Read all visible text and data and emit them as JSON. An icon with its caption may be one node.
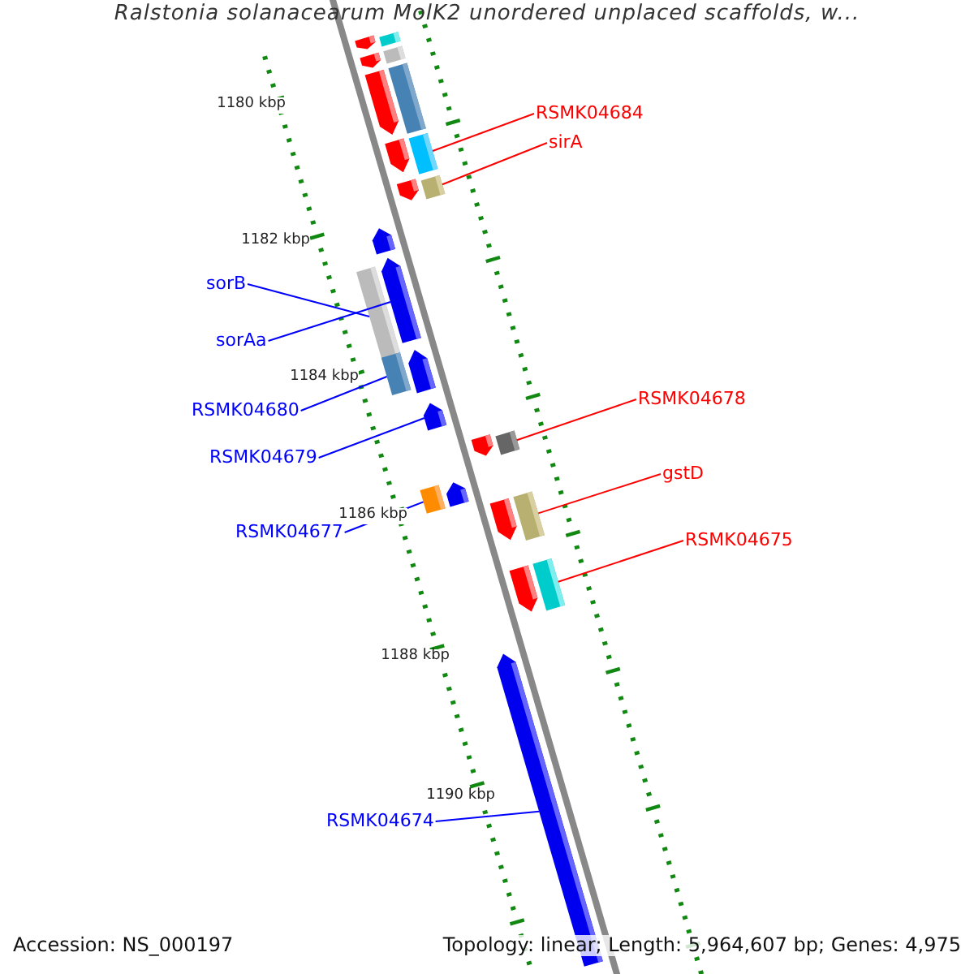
{
  "diagram": {
    "title": "Ralstonia solanacearum MolK2 unordered unplaced scaffolds, w...",
    "nodes": [
      {
        "text": [
          "RSMK04684"
        ]
      },
      {
        "text": [
          "sirA"
        ]
      },
      {
        "text": [
          "sorB"
        ]
      },
      {
        "text": [
          "sorAa"
        ]
      },
      {
        "text": [
          "RSMK04680"
        ]
      },
      {
        "text": [
          "RSMK04678"
        ]
      },
      {
        "text": [
          "RSMK04679"
        ]
      },
      {
        "text": [
          "gstD"
        ]
      },
      {
        "text": [
          "RSMK04677"
        ]
      },
      {
        "text": [
          "RSMK04675"
        ]
      },
      {
        "text": [
          "RSMK04674"
        ]
      },
      {
        "text": [],
        "shape": "arrow"
      },
      {
        "text": [],
        "shape": "bar"
      },
      {
        "text": [],
        "shape": "arrow"
      },
      {
        "text": [],
        "shape": "bar"
      },
      {
        "text": [],
        "shape": "bar"
      },
      {
        "text": [],
        "shape": "arrow"
      },
      {
        "text": [],
        "shape": "arrow"
      },
      {
        "text": [],
        "shape": "bar"
      },
      {
        "text": [],
        "shape": "arrow"
      },
      {
        "text": [],
        "shape": "bar"
      },
      {
        "text": [],
        "shape": "arrow"
      },
      {
        "text": [],
        "shape": "arrow"
      },
      {
        "text": [],
        "shape": "bar"
      },
      {
        "text": [],
        "shape": "bar"
      },
      {
        "text": [],
        "shape": "arrow"
      },
      {
        "text": [],
        "shape": "arrow"
      },
      {
        "text": [],
        "shape": "arrow"
      },
      {
        "text": [],
        "shape": "bar"
      },
      {
        "text": [],
        "shape": "bar"
      },
      {
        "text": [],
        "shape": "arrow"
      },
      {
        "text": [],
        "shape": "arrow"
      },
      {
        "text": [],
        "shape": "bar"
      },
      {
        "text": [],
        "shape": "arrow"
      },
      {
        "text": [],
        "shape": "bar"
      },
      {
        "text": [],
        "shape": "arrow"
      }
    ],
    "edges": [
      {
        "from": 0,
        "to": 18,
        "arrow": "none",
        "color": "#ff0000"
      },
      {
        "from": 1,
        "to": 20,
        "arrow": "none",
        "color": "#ff0000"
      },
      {
        "from": 2,
        "to": 23,
        "arrow": "none"
      },
      {
        "from": 3,
        "to": 22,
        "arrow": "none"
      },
      {
        "from": 4,
        "to": 24,
        "arrow": "none"
      },
      {
        "from": 5,
        "to": 28,
        "arrow": "none",
        "color": "#ff0000"
      },
      {
        "from": 6,
        "to": 26,
        "arrow": "none"
      },
      {
        "from": 7,
        "to": 32,
        "arrow": "none",
        "color": "#ff0000"
      },
      {
        "from": 8,
        "to": 29,
        "arrow": "none"
      },
      {
        "from": 9,
        "to": 34,
        "arrow": "none",
        "color": "#ff0000"
      },
      {
        "from": 10,
        "to": 35,
        "arrow": "none"
      }
    ],
    "labels": [
      "1180 kbp",
      "1182 kbp",
      "1184 kbp",
      "1186 kbp",
      "1188 kbp",
      "1190 kbp",
      "Accession: NS_000197",
      "Topology: linear; Length: 5,964,607 bp; Genes: 4,975"
    ]
  }
}
